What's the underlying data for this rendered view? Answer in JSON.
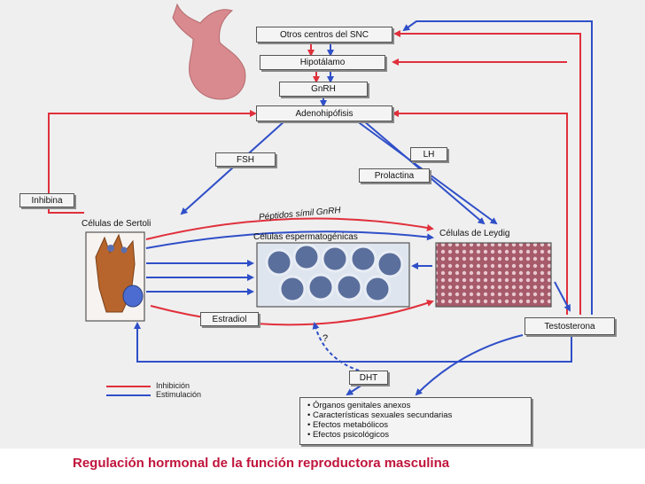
{
  "boxes": {
    "snc": "Otros centros del SNC",
    "hipotalamo": "Hipotálamo",
    "gnrh": "GnRH",
    "adenohipofisis": "Adenohipófisis",
    "fsh": "FSH",
    "lh": "LH",
    "prolactina": "Prolactina",
    "inhibina": "Inhibina",
    "estradiol": "Estradiol",
    "testosterona": "Testosterona",
    "dht": "DHT"
  },
  "labels": {
    "sertoli": "Células de Sertoli",
    "espermatogenicas": "Células espermatogénicas",
    "leydig": "Células de Leydig",
    "peptidos": "Péptidos símil GnRH",
    "question": "?"
  },
  "effects": [
    "• Órganos genitales anexos",
    "• Características sexuales secundarias",
    "• Efectos metabólicos",
    "• Efectos psicológicos"
  ],
  "legend": {
    "inhibicion": "Inhibición",
    "estimulacion": "Estimulación"
  },
  "caption": "Regulación hormonal de la función reproductora masculina",
  "colors": {
    "inhibition": "#e0303c",
    "stimulation": "#2f4fc8",
    "caption": "#c0143c",
    "brain": "#d98a8e"
  }
}
